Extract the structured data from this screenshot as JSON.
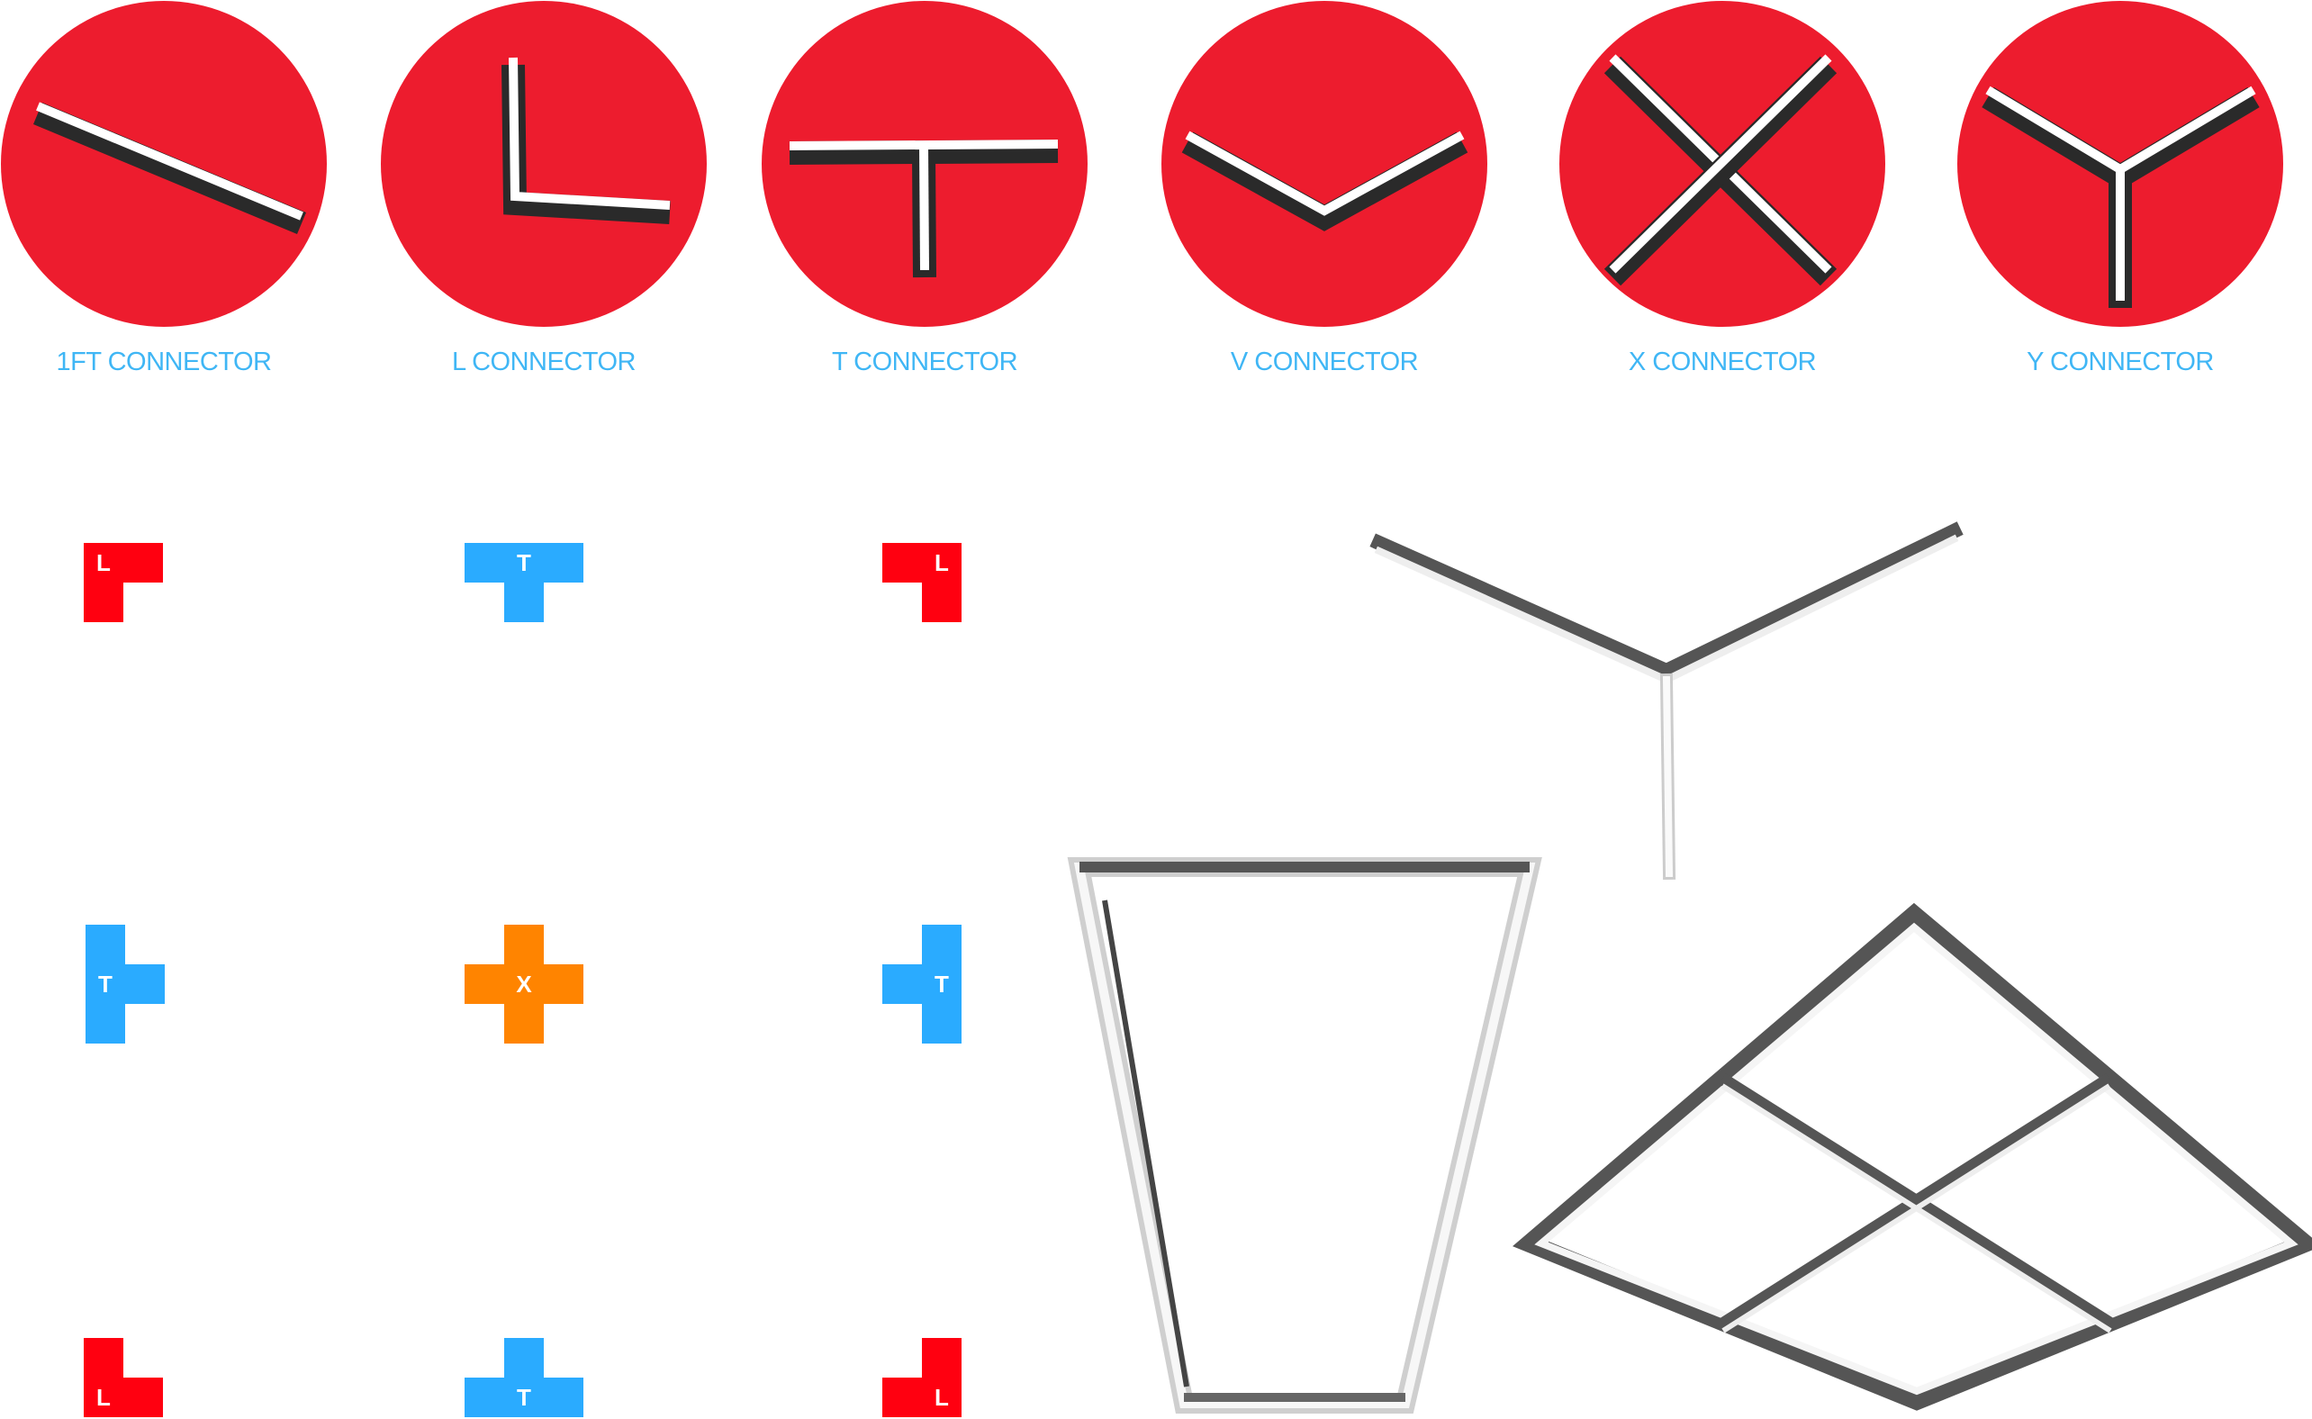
{
  "colors": {
    "circle": "#ED1C2E",
    "label": "#3FB6F5",
    "L": "#FF0010",
    "T": "#2AABFF",
    "X": "#FF8400"
  },
  "connectors": [
    {
      "id": "1ft",
      "label": "1FT CONNECTOR"
    },
    {
      "id": "l",
      "label": "L CONNECTOR"
    },
    {
      "id": "t",
      "label": "T CONNECTOR"
    },
    {
      "id": "v",
      "label": "V CONNECTOR"
    },
    {
      "id": "x",
      "label": "X CONNECTOR"
    },
    {
      "id": "y",
      "label": "Y CONNECTOR"
    }
  ],
  "layout_tiles": [
    {
      "type": "L",
      "letter": "L"
    },
    {
      "type": "T",
      "letter": "T"
    },
    {
      "type": "L",
      "letter": "L"
    },
    {
      "type": "T",
      "letter": "T"
    },
    {
      "type": "X",
      "letter": "X"
    },
    {
      "type": "T",
      "letter": "T"
    },
    {
      "type": "L",
      "letter": "L"
    },
    {
      "type": "T",
      "letter": "T"
    },
    {
      "type": "L",
      "letter": "L"
    }
  ]
}
